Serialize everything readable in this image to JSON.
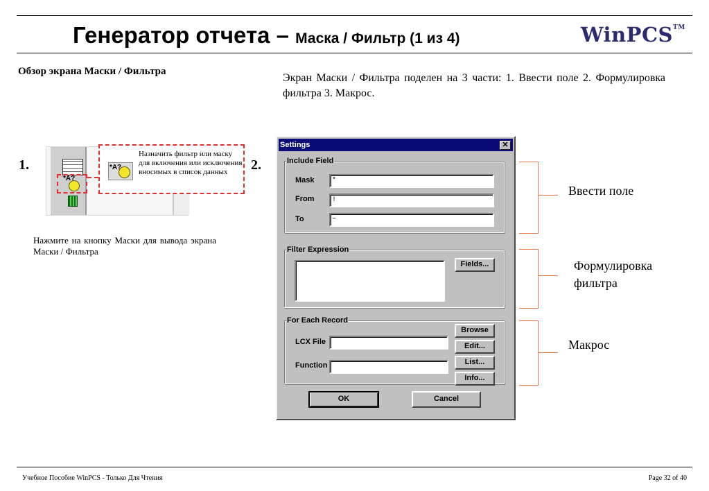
{
  "header": {
    "title_main": "Генератор отчета – ",
    "title_sub": "Маска / Фильтр (1 из 4)",
    "logo": "WinPCS",
    "logo_tm": "TM"
  },
  "section_heading": "Обзор экрана Маски / Фильтра",
  "intro": "Экран Маски / Фильтра поделен на 3 части: 1. Ввести поле 2. Формулировка фильтра 3. Макрос.",
  "step1": {
    "number": "1.",
    "icon_text": "*A?",
    "callout": "Назначить фильтр или маску для включения или исключения вносимых в список данных",
    "caption": "Нажмите на кнопку Маски для вывода экрана Маски / Фильтра"
  },
  "step2": {
    "number": "2."
  },
  "dialog": {
    "title": "Settings",
    "close_glyph": "✕",
    "include_field": {
      "legend": "Include Field",
      "mask_label": "Mask",
      "mask_value": "*",
      "from_label": "From",
      "from_value": "!",
      "to_label": "To",
      "to_value": "~"
    },
    "filter_expression": {
      "legend": "Filter Expression",
      "fields_button": "Fields..."
    },
    "for_each_record": {
      "legend": "For Each Record",
      "browse_button": "Browse",
      "lcx_label": "LCX File",
      "edit_button": "Edit...",
      "function_label": "Function",
      "list_button": "List...",
      "info_button": "Info..."
    },
    "ok_button": "OK",
    "cancel_button": "Cancel"
  },
  "annotations": {
    "include": "Ввести поле",
    "filter_line1": "Формулировка",
    "filter_line2": "фильтра",
    "macro": "Макрос"
  },
  "footer": {
    "left": "Учебное Пособие WinPCS - Только Для Чтения",
    "right": "Page 32 of 40"
  },
  "colors": {
    "callout_border": "#e23030",
    "bracket": "#e8774b",
    "titlebar": "#0a0a78",
    "dialog_face": "#c0c0c0",
    "logo": "#2b2b6f"
  }
}
